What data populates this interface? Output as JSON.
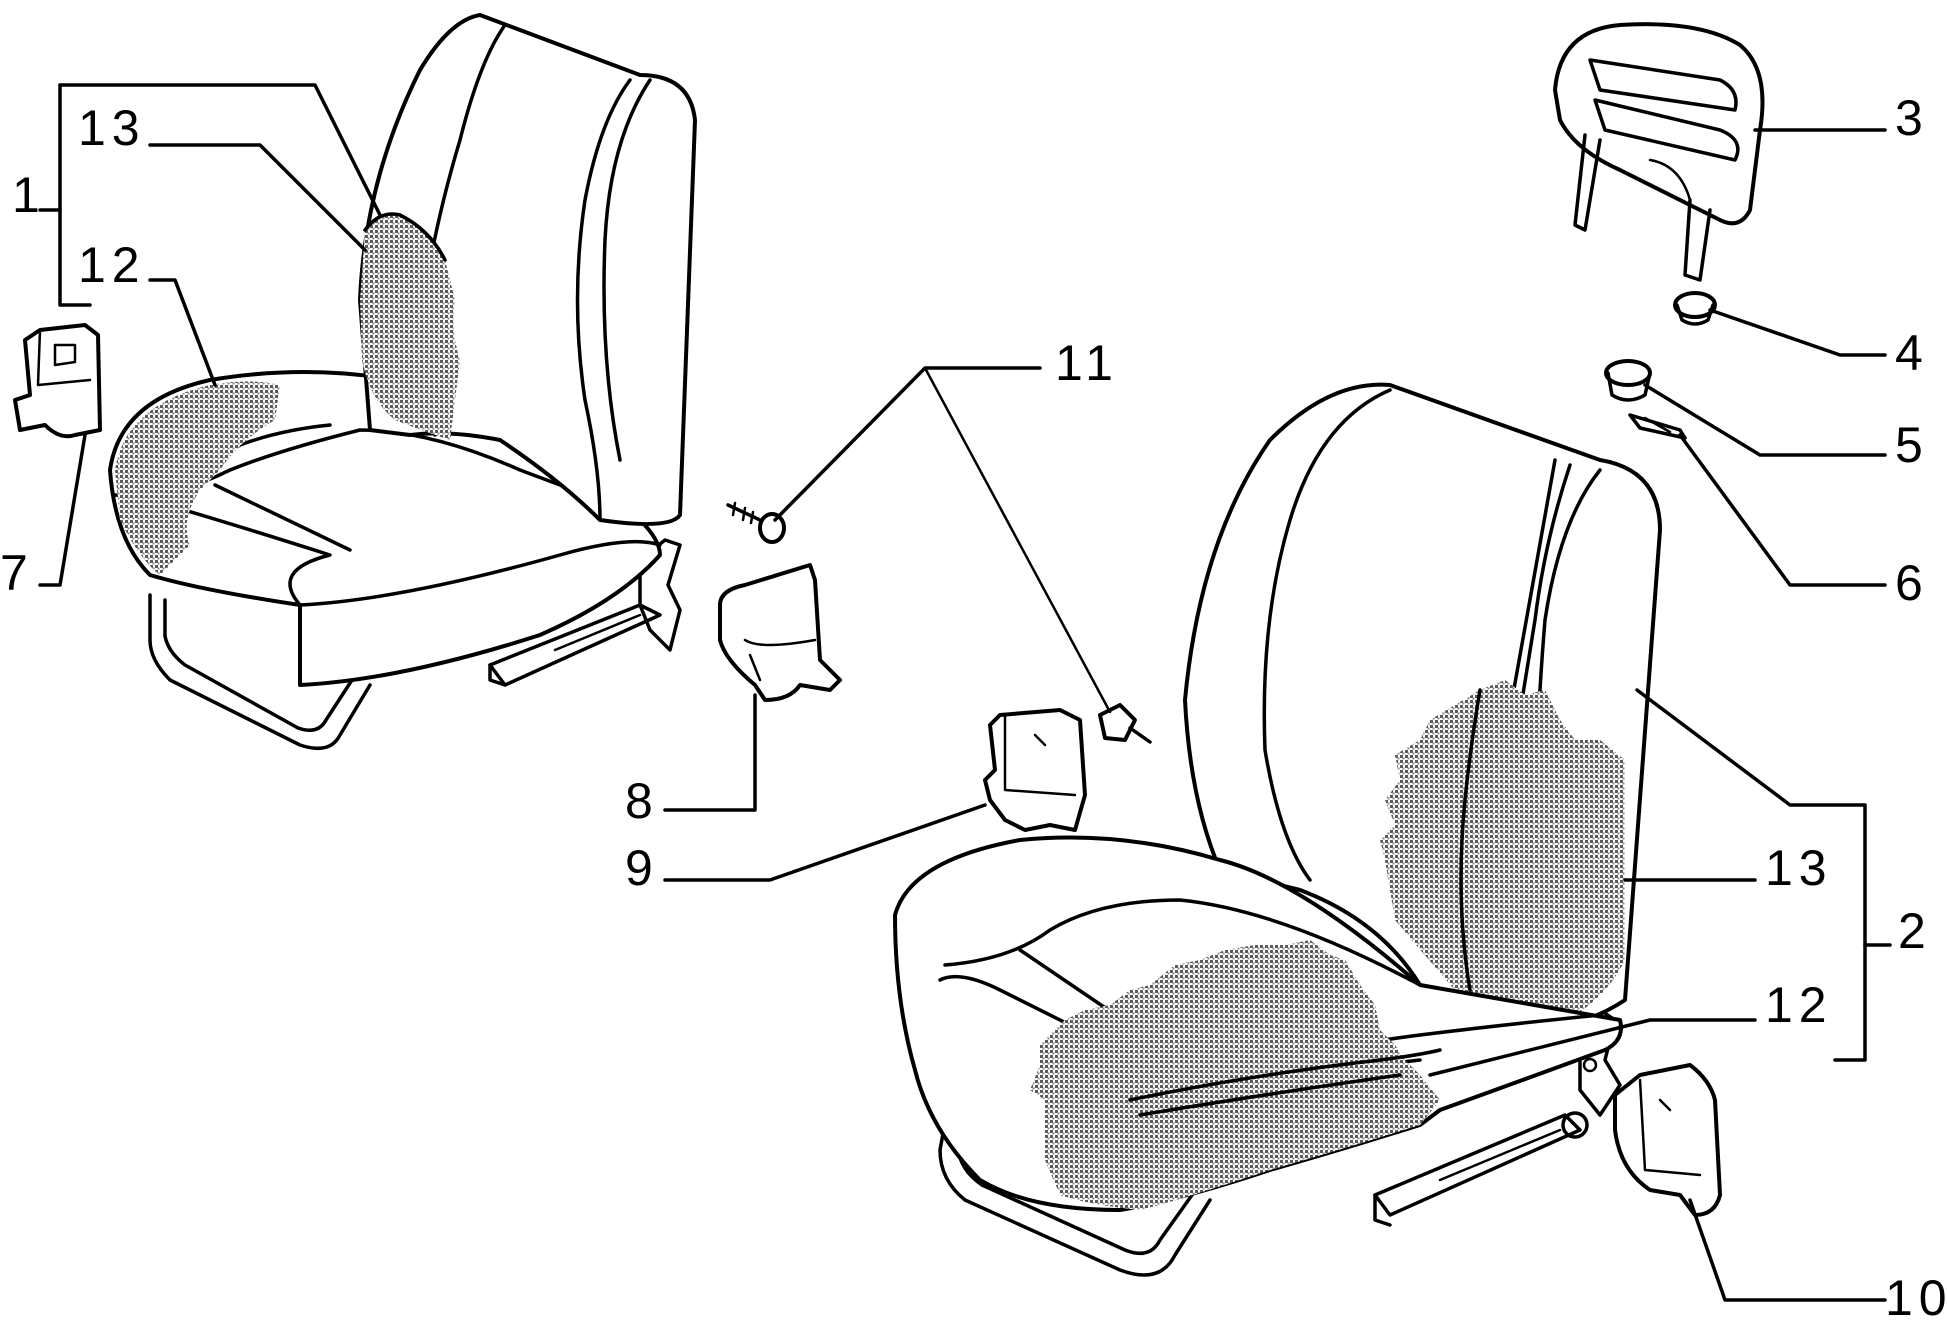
{
  "callouts": {
    "c1": "1",
    "c2": "2",
    "c3": "3",
    "c4": "4",
    "c5": "5",
    "c6": "6",
    "c7": "7",
    "c8": "8",
    "c9": "9",
    "c10": "10",
    "c11": "11",
    "c12_left": "12",
    "c13_left": "13",
    "c12_right": "12",
    "c13_right": "13"
  },
  "colors": {
    "line": "#000000",
    "background": "#ffffff",
    "shading": "#7a7a7a"
  }
}
